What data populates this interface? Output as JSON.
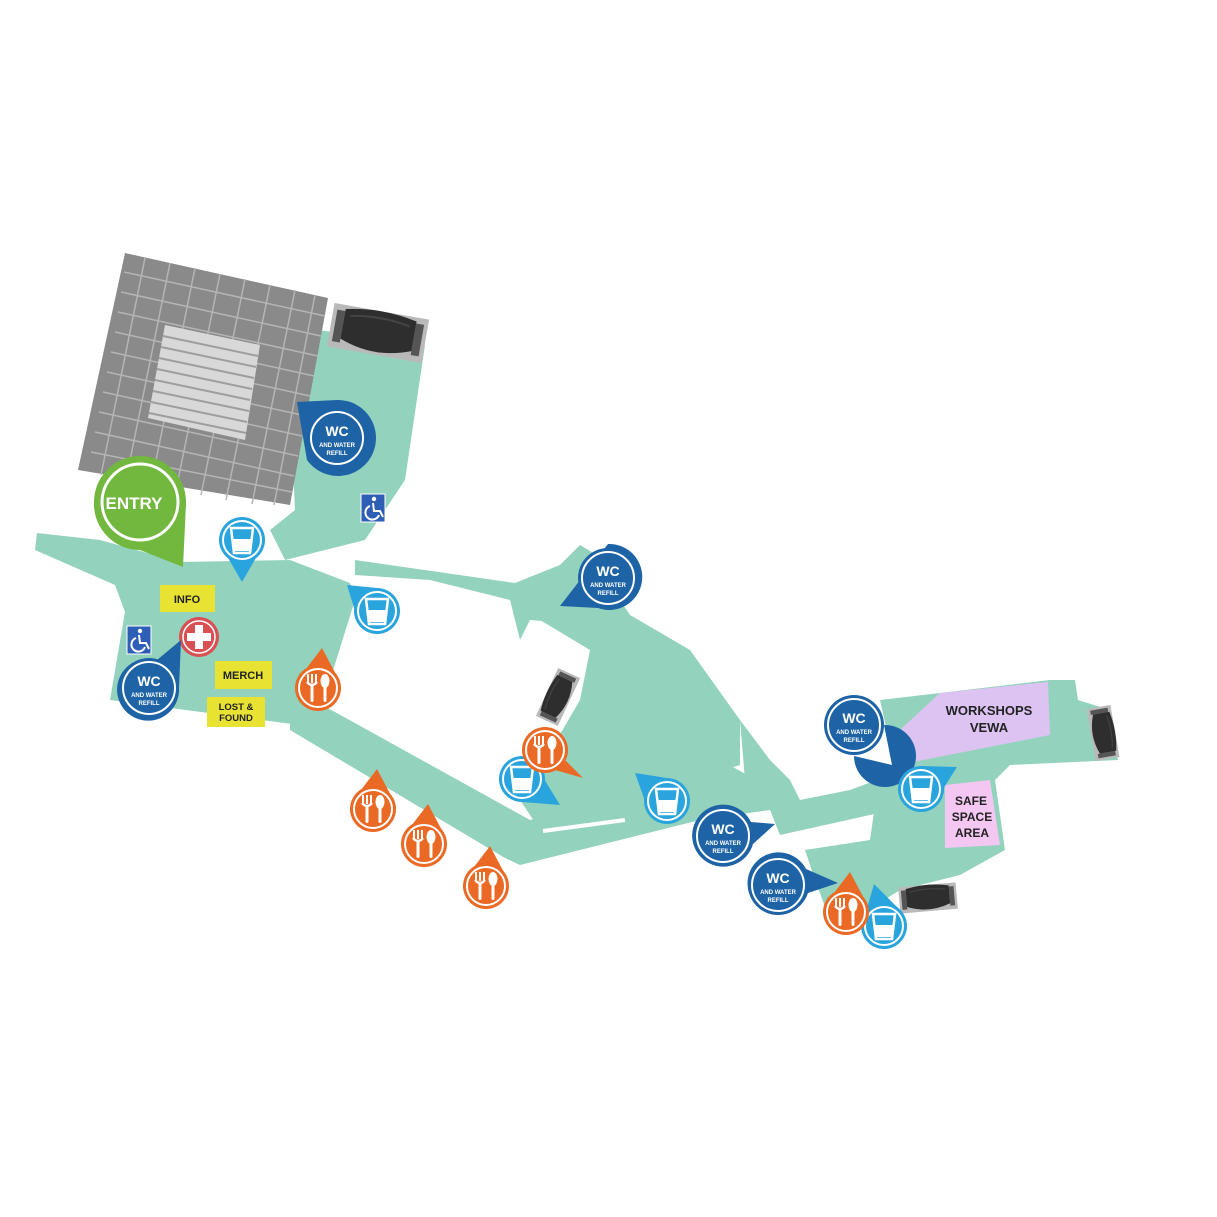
{
  "colors": {
    "path": "#93d3bd",
    "grandstand": "#8a8a8a",
    "grid_line": "#b5b5b5",
    "steps": "#d8d8d8",
    "stage": "#2e2e2e",
    "stage_frame": "#b9b9b9",
    "entry": "#72b83e",
    "wc": "#1d63a6",
    "water": "#2aa4dd",
    "food": "#ea6a25",
    "firstaid": "#d95052",
    "accessible": "#2f5eb7",
    "info_label": "#e8e332",
    "workshops": "#dcc3f2",
    "safe_space": "#f3c7f2"
  },
  "entry": {
    "label": "ENTRY",
    "icon": "entry-pin"
  },
  "wc_markers": {
    "title": "WC",
    "subtitle_line1": "AND WATER",
    "subtitle_line2": "REFILL",
    "icon": "wc-pin",
    "count": 6
  },
  "labels": {
    "info": "INFO",
    "merch": "MERCH",
    "lost_found_line1": "LOST &",
    "lost_found_line2": "FOUND",
    "workshops_line1": "WORKSHOPS",
    "workshops_line2": "VEWA",
    "safe_line1": "SAFE",
    "safe_line2": "SPACE",
    "safe_line3": "AREA"
  },
  "icons": {
    "water_refill": "water-glass-icon",
    "food": "fork-spoon-icon",
    "first_aid": "red-cross-icon",
    "accessible": "wheelchair-icon",
    "stage": "stage-icon"
  }
}
